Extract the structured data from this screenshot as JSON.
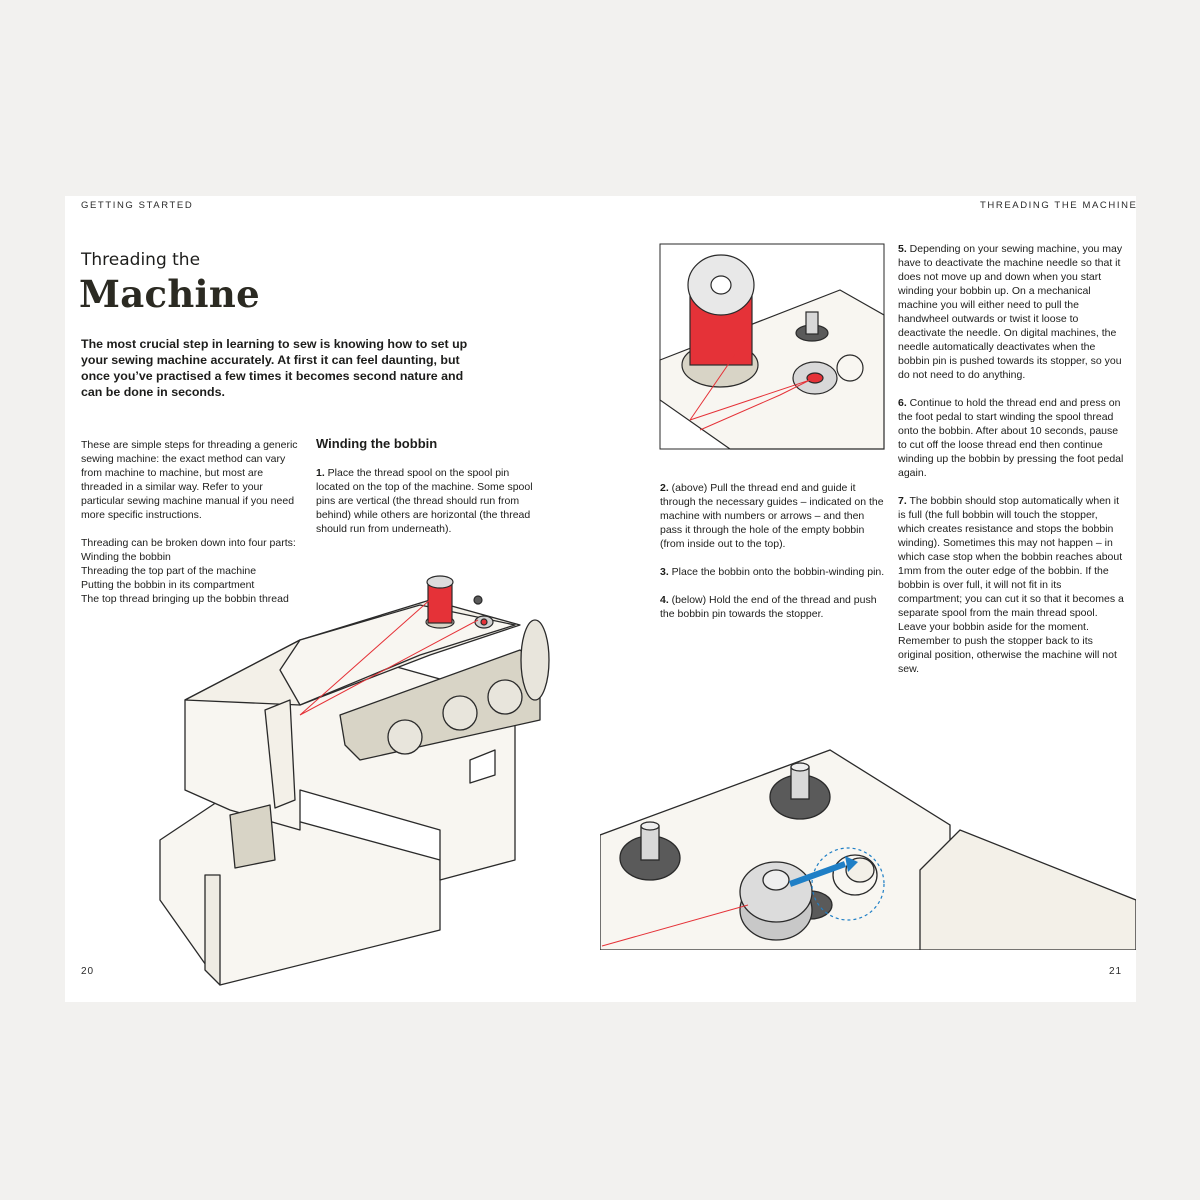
{
  "header": {
    "left": "GETTING STARTED",
    "right": "THREADING THE MACHINE"
  },
  "title": {
    "line1": "Threading the",
    "line2": "Machine"
  },
  "intro": "The most crucial step in learning to sew is knowing how to set up your sewing machine accurately. At first it can feel daunting, but once you’ve practised a few times it becomes second nature and can be done in seconds.",
  "column1": {
    "paragraph1": "These are simple steps for threading a generic sewing machine: the exact method can vary from machine to machine, but most are threaded in a similar way. Refer to your particular sewing machine manual if you need more specific instructions.",
    "parts_intro": "Threading can be broken down into four parts:",
    "parts": [
      "Winding the bobbin",
      "Threading the top part of the machine",
      "Putting the bobbin in its compartment",
      "The top thread bringing up the bobbin thread"
    ]
  },
  "winding": {
    "heading": "Winding the bobbin",
    "step1_num": "1.",
    "step1_text": " Place the thread spool on the spool pin located on the top of the machine. Some spool pins are vertical (the thread should run from behind) while others are horizontal (the thread should run from underneath)."
  },
  "steps_middle": [
    {
      "num": "2.",
      "text": " (above) Pull the thread end and guide it through the necessary guides – indicated on the machine with numbers or arrows – and then pass it through the hole of the empty bobbin (from inside out to the top)."
    },
    {
      "num": "3.",
      "text": " Place the bobbin onto the bobbin-winding pin."
    },
    {
      "num": "4.",
      "text": " (below) Hold the end of the thread and push the bobbin pin towards the stopper."
    }
  ],
  "steps_right": [
    {
      "num": "5.",
      "text": " Depending on your sewing machine, you may have to deactivate the machine needle so that it does not move up and down when you start winding your bobbin up. On a mechanical machine you will either need to pull the handwheel outwards or twist it loose to deactivate the needle. On digital machines, the needle automatically deactivates when the bobbin pin is pushed towards its stopper, so you do not need to do anything."
    },
    {
      "num": "6.",
      "text": " Continue to hold the thread end and press on the foot pedal to start winding the spool thread onto the bobbin. After about 10 seconds, pause to cut off the loose thread end then continue winding up the bobbin by pressing the foot pedal again."
    },
    {
      "num": "7.",
      "text": " The bobbin should stop automatically when it is full (the full bobbin will touch the stopper, which creates resistance and stops the bobbin winding). Sometimes this may not happen – in which case stop when the bobbin reaches about 1mm from the outer edge of the bobbin. If the bobbin is over full, it will not fit in its compartment; you can cut it so that it becomes a separate spool from the main thread spool. Leave your bobbin aside for the moment. Remember to push the stopper back to its original position, otherwise the machine will not sew."
    }
  ],
  "page_numbers": {
    "left": "20",
    "right": "21"
  },
  "colors": {
    "thread_red": "#e53238",
    "arrow_blue": "#1f7fc6",
    "machine_body": "#f8f6f1",
    "machine_panel": "#d8d4c6",
    "pin_dark": "#5a5a5a"
  },
  "illustrations": [
    "sewing-machine-illustration",
    "spool-and-bobbin-closeup-illustration",
    "bobbin-stopper-closeup-illustration"
  ]
}
